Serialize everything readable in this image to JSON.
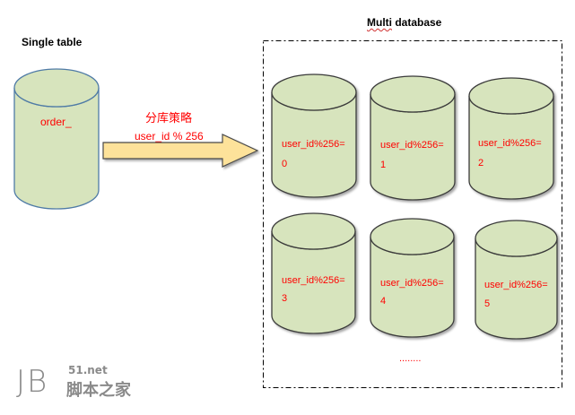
{
  "left": {
    "title": "Single table",
    "cylinder": {
      "label": "order_"
    }
  },
  "arrow": {
    "strategy_label": "分库策略",
    "formula": "user_id % 256"
  },
  "right": {
    "title_part1": "Multi",
    "title_part2": " database",
    "cylinders": [
      {
        "line1": "user_id%256=",
        "line2": "0"
      },
      {
        "line1": "user_id%256=",
        "line2": "1"
      },
      {
        "line1": "user_id%256=",
        "line2": "2"
      },
      {
        "line1": "user_id%256=",
        "line2": "3"
      },
      {
        "line1": "user_id%256=",
        "line2": "4"
      },
      {
        "line1": "user_id%256=",
        "line2": "5"
      }
    ],
    "ellipsis": "........"
  },
  "watermark": {
    "letters": "JB",
    "domain": "51.net",
    "name": "脚本之家"
  },
  "colors": {
    "cylinder_fill": "#d7e4bd",
    "single_stroke": "#4f7ba6",
    "multi_stroke": "#3a3a3a",
    "arrow_fill": "#fde29a",
    "arrow_stroke": "#4a4a4a",
    "label_red": "#ff0000",
    "watermark_gray": "#8a8a8a"
  }
}
